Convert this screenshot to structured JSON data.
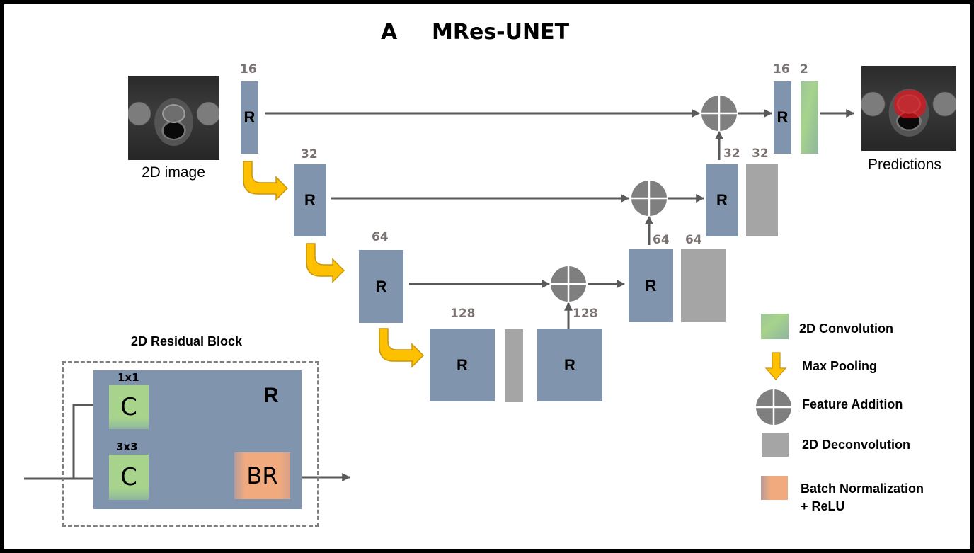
{
  "title": {
    "panel": "A",
    "name": "MRes-UNET"
  },
  "input": {
    "caption": "2D image"
  },
  "output": {
    "caption": "Predictions"
  },
  "blocks": {
    "label": "R",
    "enc1": {
      "channels": "16"
    },
    "enc2": {
      "channels": "32"
    },
    "enc3": {
      "channels": "64"
    },
    "bottleneck": {
      "channels": "128"
    },
    "dec_bottom": {
      "channels": "128"
    },
    "dec3": {
      "channels": "64",
      "deconv_channels": "64"
    },
    "dec2": {
      "channels": "32",
      "deconv_channels": "32"
    },
    "dec1": {
      "channels": "16"
    },
    "final_conv": {
      "channels": "2"
    }
  },
  "legend": {
    "items": [
      {
        "label": "2D Convolution",
        "icon": "conv-swatch"
      },
      {
        "label": "Max Pooling",
        "icon": "down-arrow-icon"
      },
      {
        "label": "Feature Addition",
        "icon": "circle-plus-icon"
      },
      {
        "label": "2D Deconvolution",
        "icon": "deconv-swatch"
      },
      {
        "label": "Batch Normalization",
        "label2": "+ ReLU",
        "icon": "bn-relu-swatch"
      }
    ]
  },
  "residual_block": {
    "title": "2D Residual Block",
    "label": "R",
    "conv1": {
      "kernel": "1x1",
      "label": "C"
    },
    "conv2": {
      "kernel": "3x3",
      "label": "C"
    },
    "bn": {
      "label": "BR"
    }
  },
  "colors": {
    "block": "#8094ae",
    "deconv": "#a5a5a5",
    "conv": "#a7d38c",
    "bn_relu": "#f0aa7e",
    "pooling_arrow": "#ffc000",
    "addition": "#7f7f7f",
    "arrow": "#595959",
    "channel_text": "#7a7270"
  }
}
